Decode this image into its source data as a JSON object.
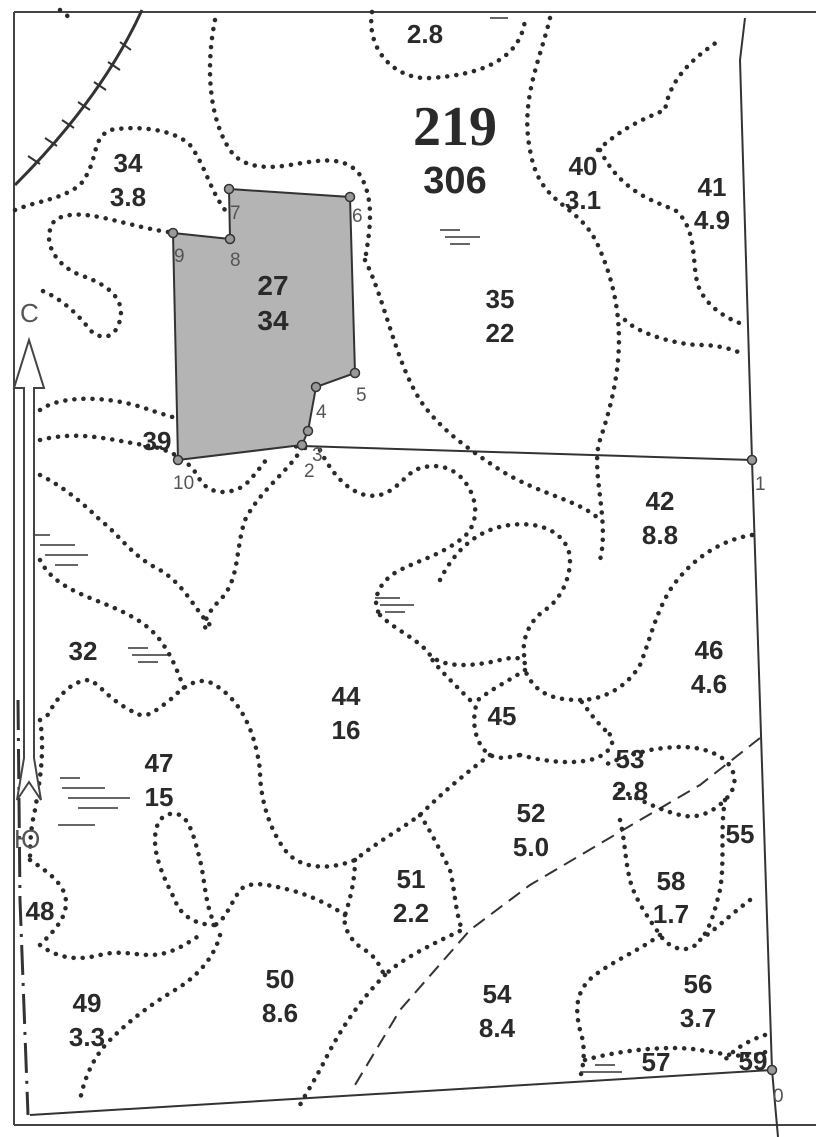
{
  "map": {
    "quarter": {
      "number": "219",
      "area": "306"
    },
    "north_arrow": {
      "top_label": "С",
      "bottom_label": "Ю"
    },
    "parcels": [
      {
        "id": "top",
        "number": "",
        "area": "2.8"
      },
      {
        "id": "34",
        "number": "34",
        "area": "3.8"
      },
      {
        "id": "27",
        "number": "27",
        "area": "34"
      },
      {
        "id": "35",
        "number": "35",
        "area": "22"
      },
      {
        "id": "40",
        "number": "40",
        "area": "3.1"
      },
      {
        "id": "41",
        "number": "41",
        "area": "4.9"
      },
      {
        "id": "39",
        "number": "39",
        "area": ""
      },
      {
        "id": "42",
        "number": "42",
        "area": "8.8"
      },
      {
        "id": "32",
        "number": "32",
        "area": ""
      },
      {
        "id": "44",
        "number": "44",
        "area": "16"
      },
      {
        "id": "45",
        "number": "45",
        "area": ""
      },
      {
        "id": "46",
        "number": "46",
        "area": "4.6"
      },
      {
        "id": "47",
        "number": "47",
        "area": "15"
      },
      {
        "id": "53",
        "number": "53",
        "area": "2.8"
      },
      {
        "id": "52",
        "number": "52",
        "area": "5.0"
      },
      {
        "id": "55",
        "number": "55",
        "area": ""
      },
      {
        "id": "48",
        "number": "48",
        "area": ""
      },
      {
        "id": "51",
        "number": "51",
        "area": "2.2"
      },
      {
        "id": "58",
        "number": "58",
        "area": "1.7"
      },
      {
        "id": "50",
        "number": "50",
        "area": "8.6"
      },
      {
        "id": "54",
        "number": "54",
        "area": "8.4"
      },
      {
        "id": "56",
        "number": "56",
        "area": "3.7"
      },
      {
        "id": "49",
        "number": "49",
        "area": "3.3"
      },
      {
        "id": "57",
        "number": "57",
        "area": ""
      },
      {
        "id": "59",
        "number": "59",
        "area": ""
      }
    ],
    "vertices": [
      "0",
      "1",
      "2",
      "3",
      "4",
      "5",
      "6",
      "7",
      "8",
      "9",
      "10"
    ],
    "colors": {
      "plot_fill": "#b4b4b4",
      "ink": "#2a2a2a",
      "vertex_label": "#555555"
    }
  }
}
